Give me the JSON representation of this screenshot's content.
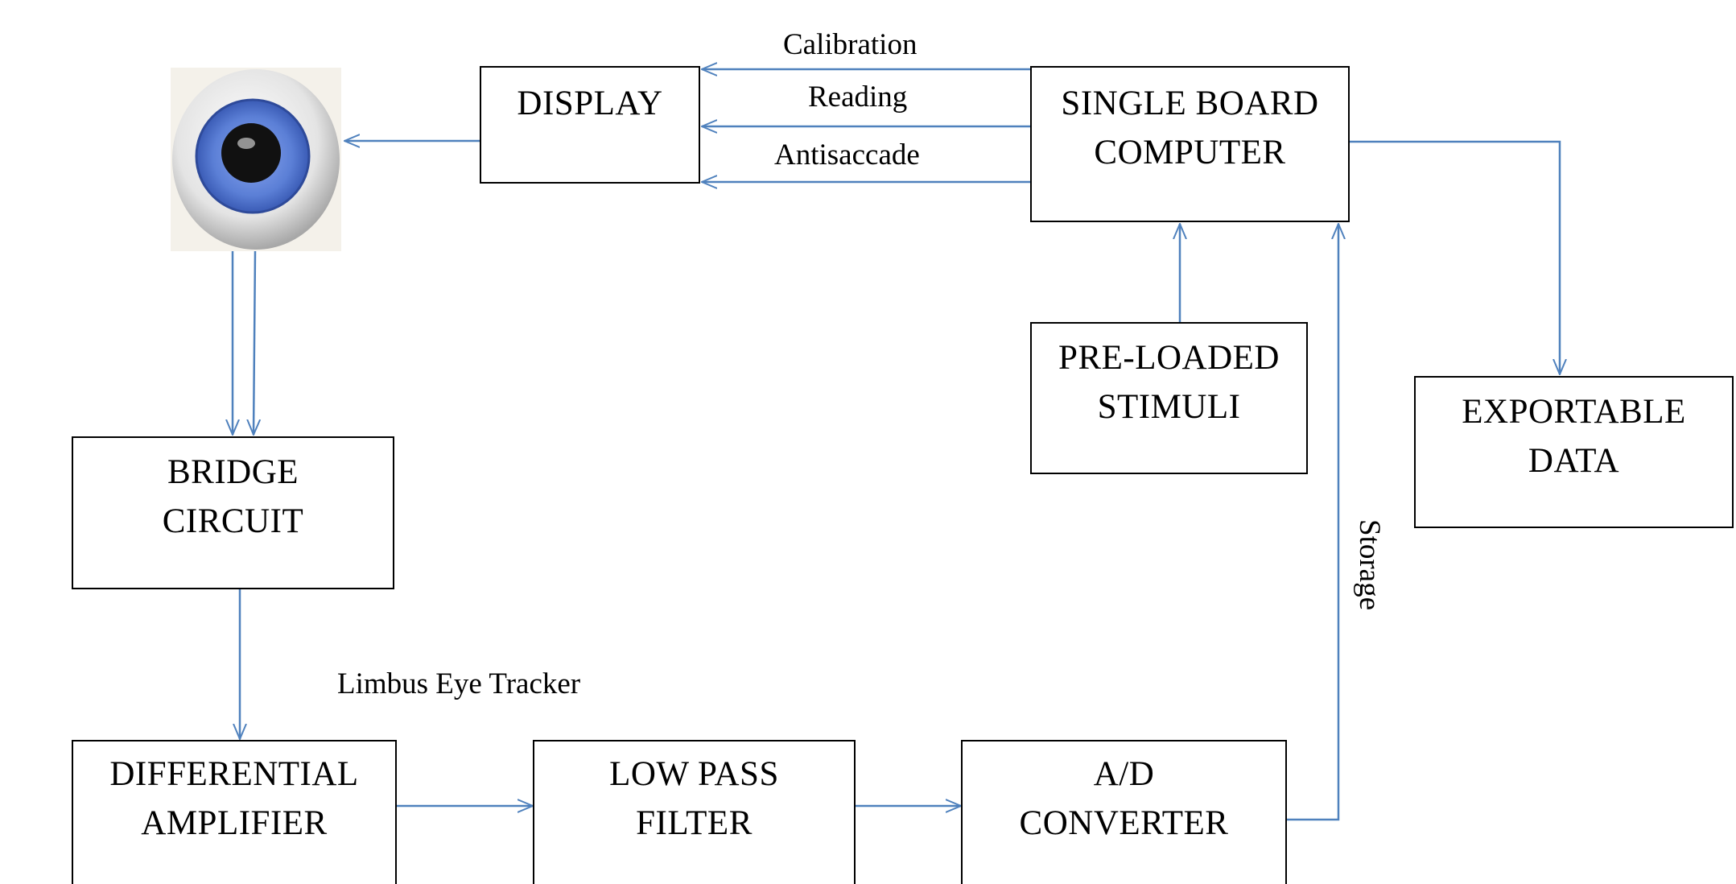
{
  "diagram": {
    "nodes": {
      "display": {
        "lines": [
          "DISPLAY"
        ]
      },
      "single_board_computer": {
        "lines": [
          "SINGLE BOARD",
          "COMPUTER"
        ]
      },
      "pre_loaded_stimuli": {
        "lines": [
          "PRE-LOADED",
          "STIMULI"
        ]
      },
      "exportable_data": {
        "lines": [
          "EXPORTABLE",
          "DATA"
        ]
      },
      "bridge_circuit": {
        "lines": [
          "BRIDGE",
          "CIRCUIT"
        ]
      },
      "differential_amplifier": {
        "lines": [
          "DIFFERENTIAL",
          "AMPLIFIER"
        ]
      },
      "low_pass_filter": {
        "lines": [
          "LOW PASS",
          "FILTER"
        ]
      },
      "ad_converter": {
        "lines": [
          "A/D",
          "CONVERTER"
        ]
      }
    },
    "edge_labels": {
      "calibration": "Calibration",
      "reading": "Reading",
      "antisaccade": "Antisaccade",
      "storage": "Storage",
      "limbus": "Limbus Eye Tracker"
    },
    "colors": {
      "connector": "#4f81bd",
      "box_border": "#000000",
      "iris": "#5b7fd6",
      "pupil": "#111111"
    },
    "icons": {
      "eye": "eyeball-icon"
    }
  }
}
